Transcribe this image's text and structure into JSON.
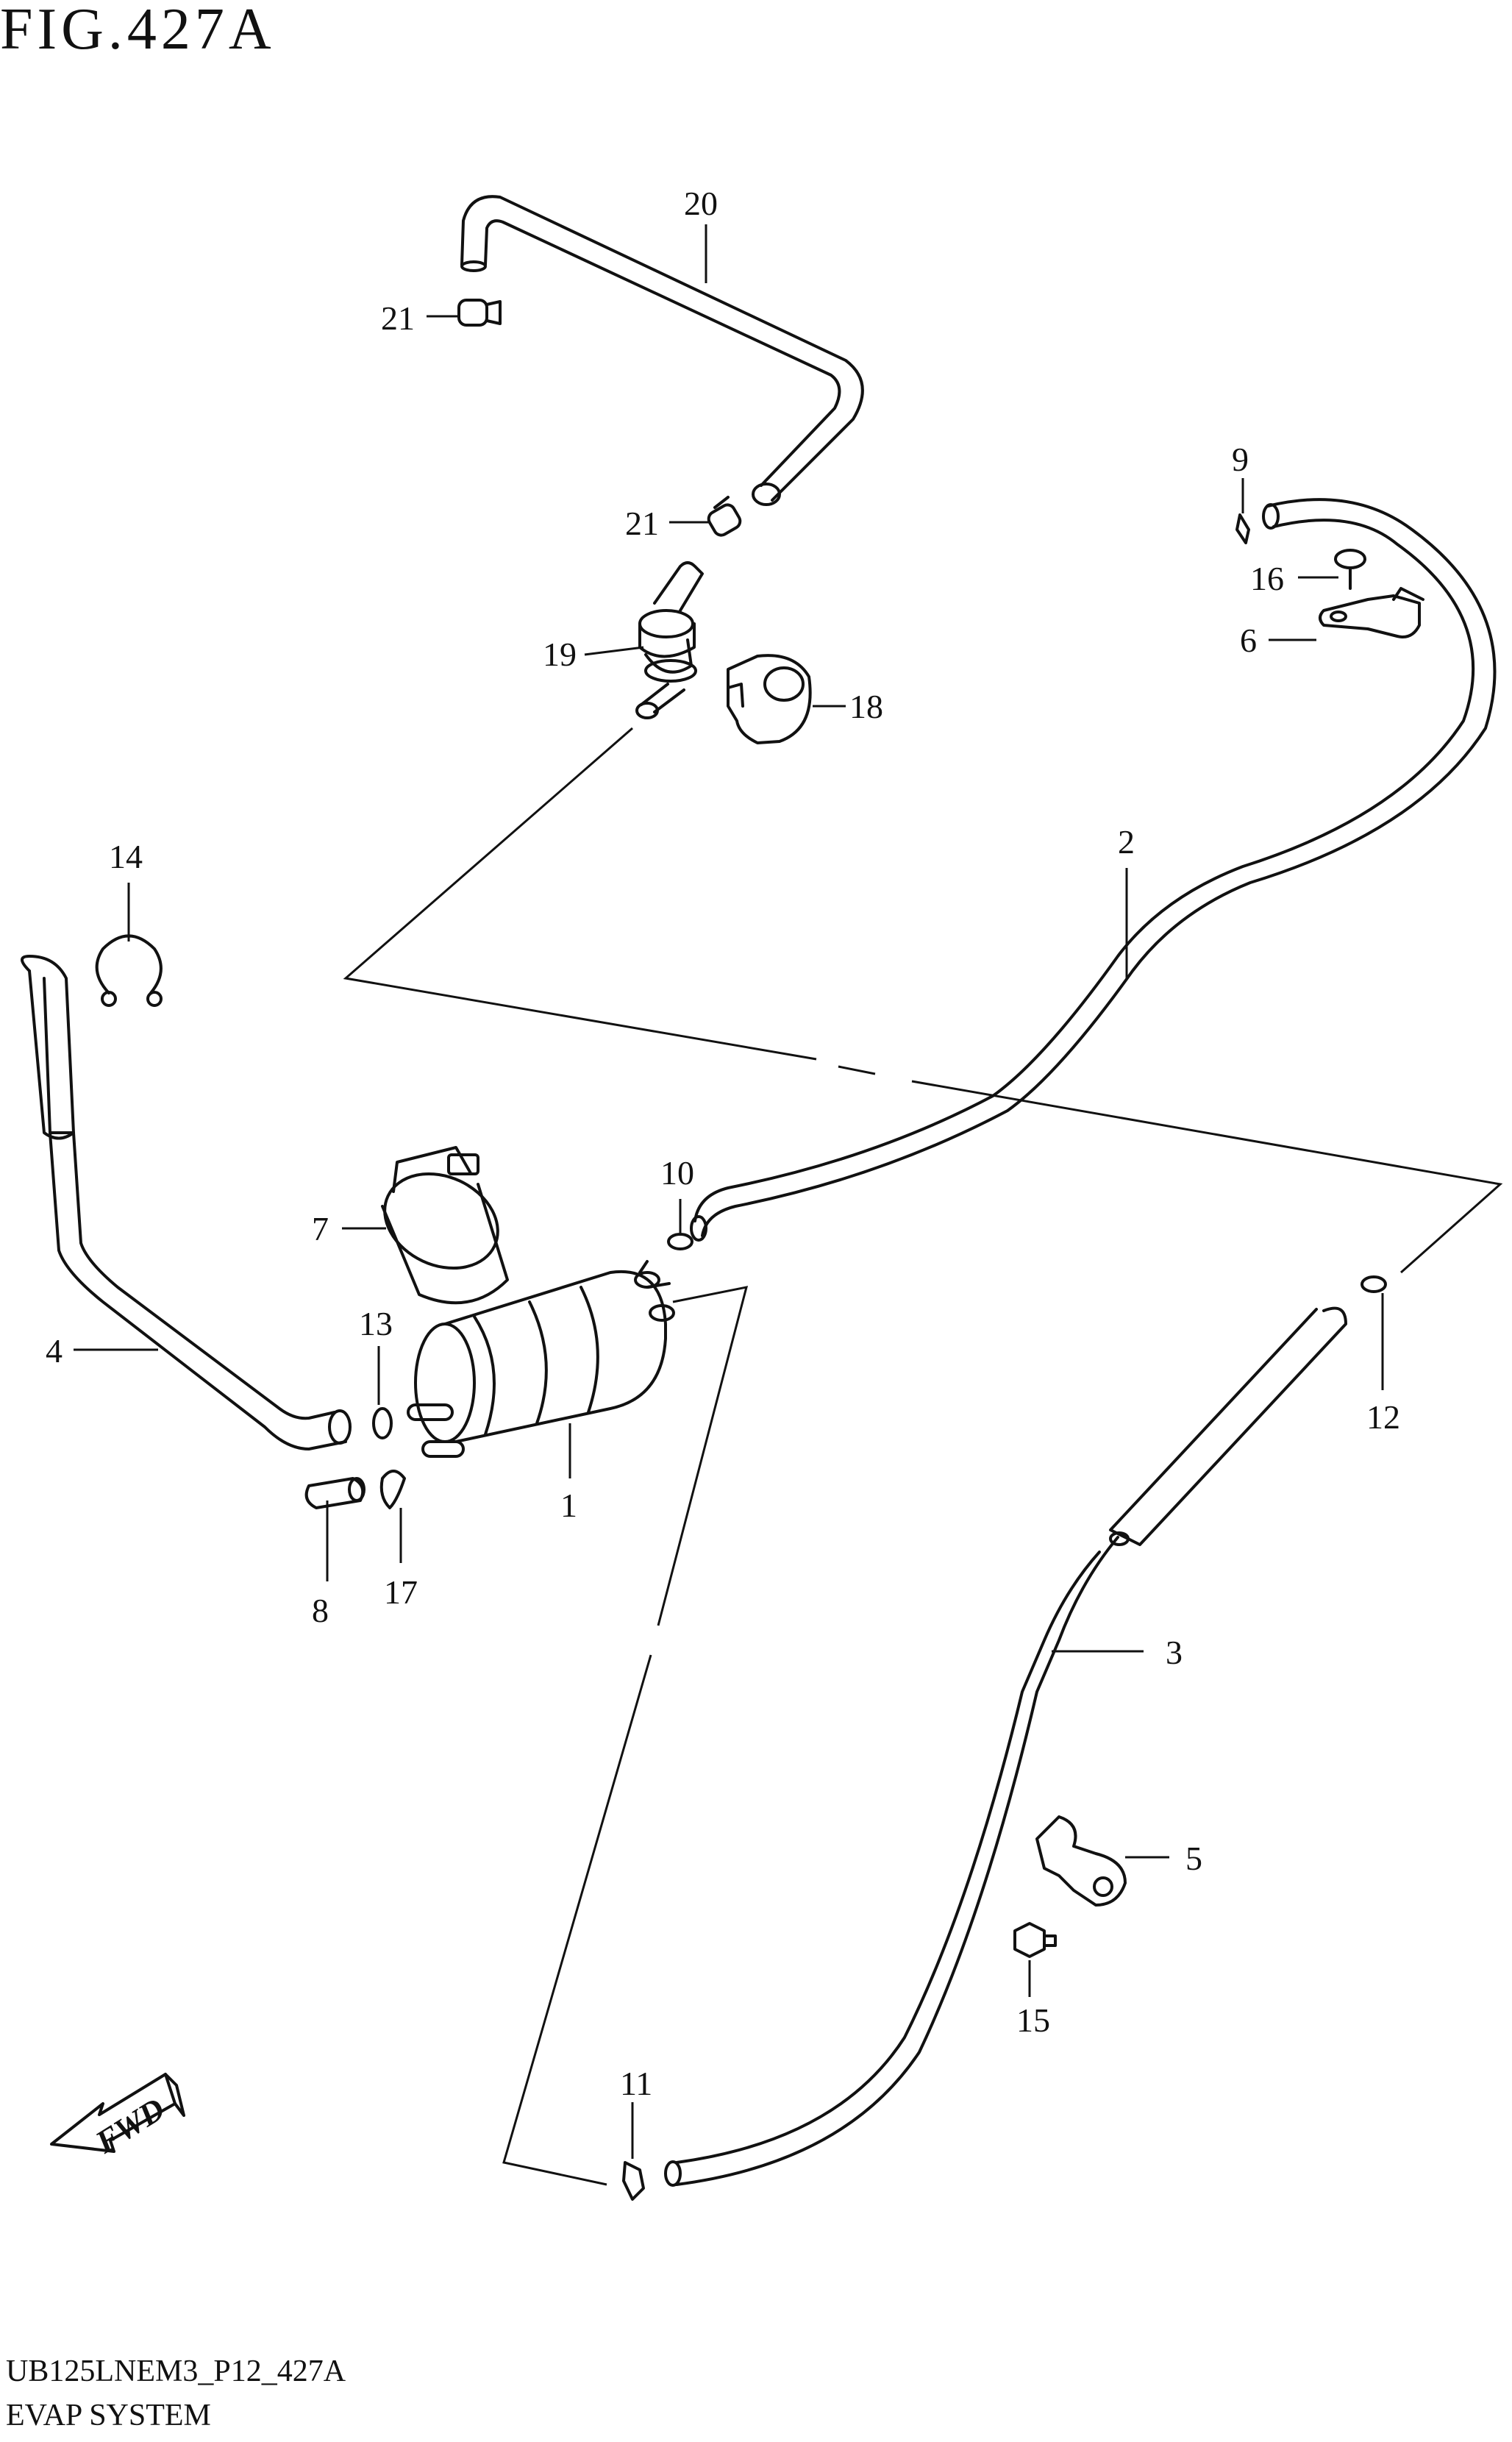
{
  "figure": {
    "title": "FIG.427A",
    "code": "UB125LNEM3_P12_427A",
    "name": "EVAP SYSTEM"
  },
  "fwd_label": "FWD",
  "callouts": [
    {
      "id": "20",
      "label": "20"
    },
    {
      "id": "21a",
      "label": "21"
    },
    {
      "id": "21b",
      "label": "21"
    },
    {
      "id": "9",
      "label": "9"
    },
    {
      "id": "16",
      "label": "16"
    },
    {
      "id": "6",
      "label": "6"
    },
    {
      "id": "19",
      "label": "19"
    },
    {
      "id": "18",
      "label": "18"
    },
    {
      "id": "14",
      "label": "14"
    },
    {
      "id": "2",
      "label": "2"
    },
    {
      "id": "10",
      "label": "10"
    },
    {
      "id": "7",
      "label": "7"
    },
    {
      "id": "13",
      "label": "13"
    },
    {
      "id": "4",
      "label": "4"
    },
    {
      "id": "1",
      "label": "1"
    },
    {
      "id": "12",
      "label": "12"
    },
    {
      "id": "8",
      "label": "8"
    },
    {
      "id": "17",
      "label": "17"
    },
    {
      "id": "3",
      "label": "3"
    },
    {
      "id": "5",
      "label": "5"
    },
    {
      "id": "15",
      "label": "15"
    },
    {
      "id": "11",
      "label": "11"
    }
  ]
}
